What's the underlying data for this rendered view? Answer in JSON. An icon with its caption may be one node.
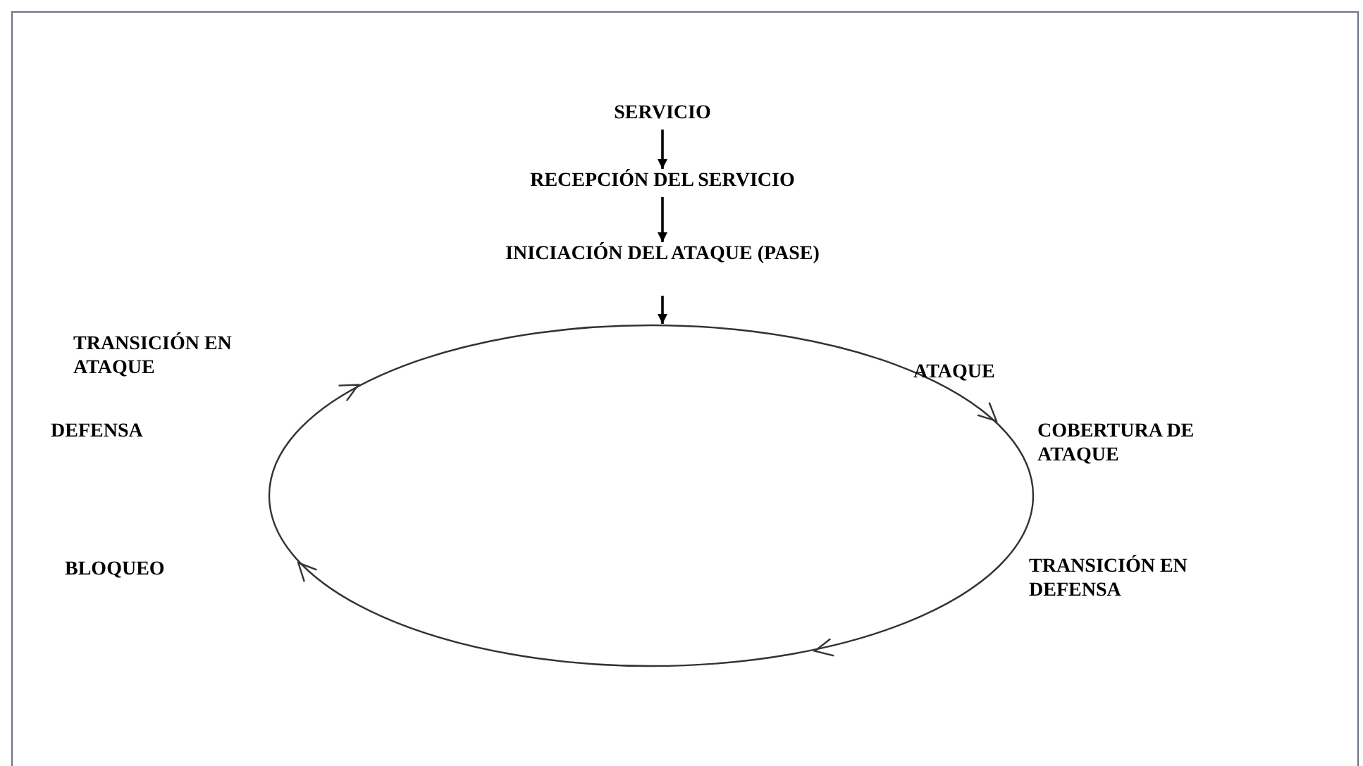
{
  "diagram": {
    "nodes": [
      {
        "text": [
          "SERVICIO"
        ]
      },
      {
        "text": [
          "RECEPCIÓN DEL SERVICIO"
        ]
      },
      {
        "text": [
          "INICIACIÓN DEL ATAQUE (PASE)"
        ]
      },
      {
        "text": [],
        "shape": "circle"
      }
    ],
    "edges": [
      {
        "from": 0,
        "to": 1,
        "arrow": "to"
      },
      {
        "from": 1,
        "to": 2,
        "arrow": "to"
      },
      {
        "from": 2,
        "to": 3,
        "arrow": "to"
      }
    ],
    "labels": [
      "TRANSICIÓN EN ATAQUE",
      "ATAQUE",
      "DEFENSA",
      "COBERTURA DE ATAQUE",
      "BLOQUEO",
      "TRANSICIÓN EN DEFENSA"
    ]
  }
}
